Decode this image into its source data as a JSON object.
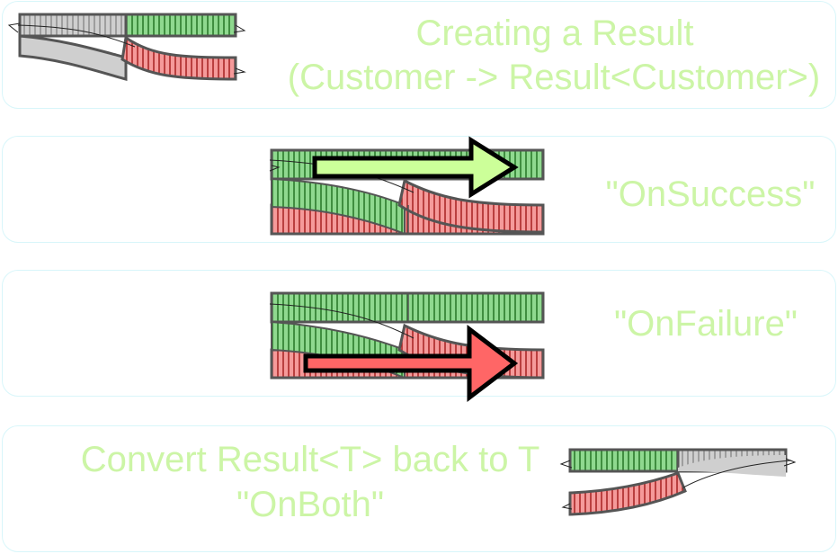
{
  "panels": [
    {
      "lines": [
        "Creating a Result",
        "(Customer -> Result<Customer>)"
      ]
    },
    {
      "lines": [
        "\"OnSuccess\""
      ]
    },
    {
      "lines": [
        "\"OnFailure\""
      ]
    },
    {
      "lines": [
        "Convert Result<T> back to T",
        "\"OnBoth\""
      ]
    }
  ],
  "colors": {
    "caption": "#ccf5a6",
    "panel_border": "#d8f6fa",
    "success_track": "#2a9a2a",
    "failure_track": "#e64646",
    "neutral_track": "#a8a8a8",
    "success_arrow": "#ccff99",
    "failure_arrow": "#ff6666"
  }
}
